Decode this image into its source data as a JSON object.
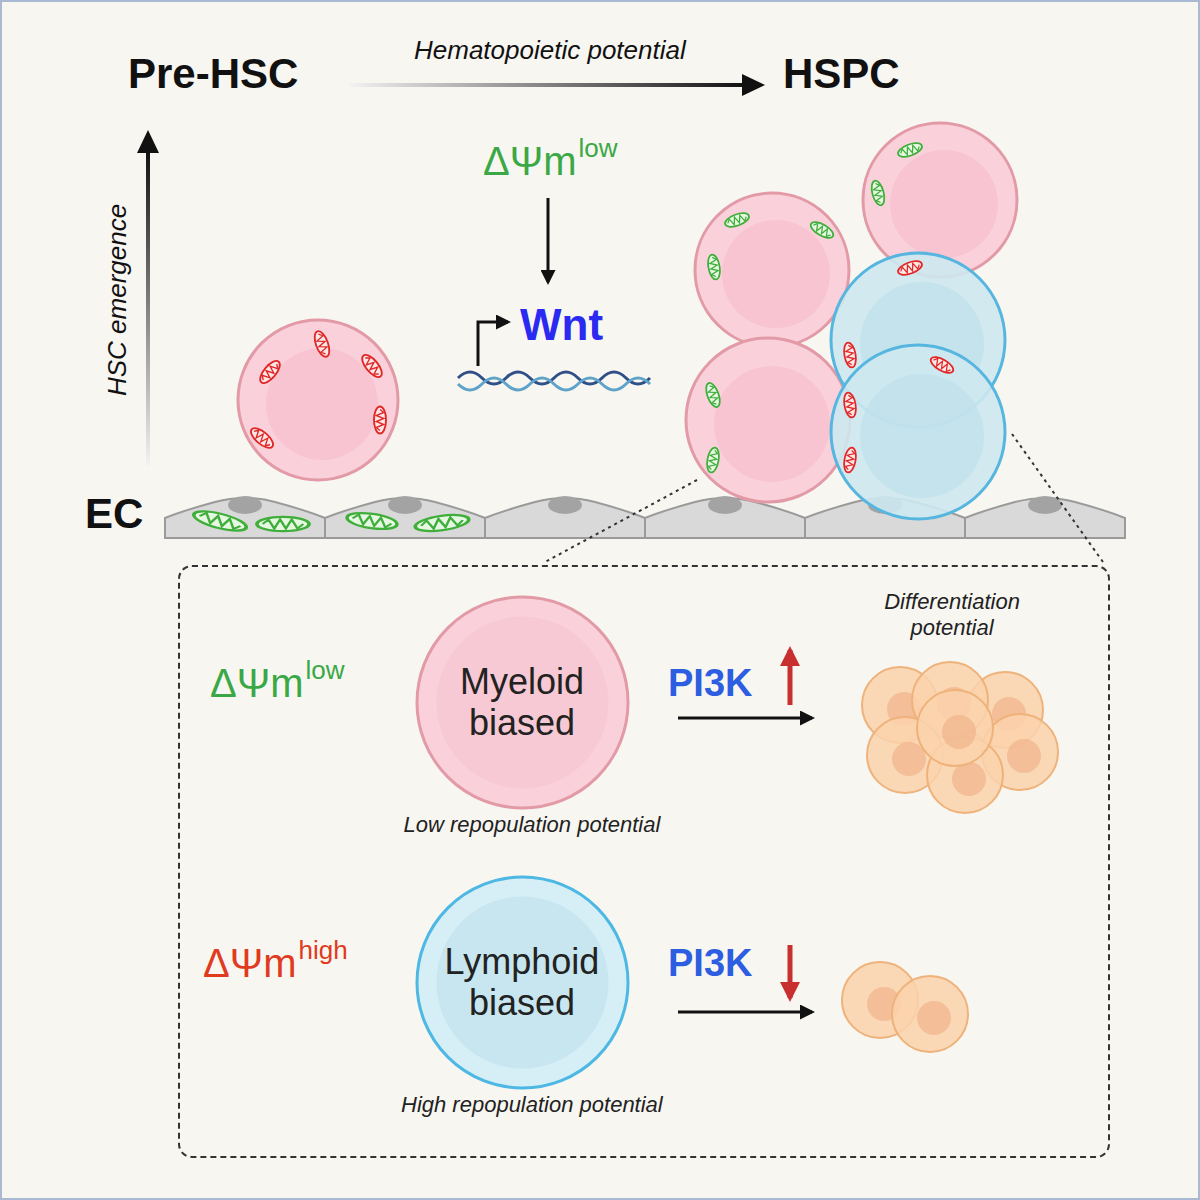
{
  "diagram": {
    "nodes": [
      {
        "text": [
          "Differentiation potential"
        ]
      },
      {
        "text": [
          "Myeloid biased",
          "Low repopulation potential"
        ],
        "in": 0
      },
      {
        "text": [
          "Lymphoid biased",
          "High repopulation potential"
        ],
        "in": 0
      }
    ],
    "labels": [
      "Pre-HSC",
      "Hematopoietic potential",
      "HSPC",
      "HSC emergence",
      "ΔΨm",
      "low",
      "Wnt",
      "EC",
      "ΔΨm",
      "low",
      "PI3K",
      "ΔΨm",
      "high",
      "PI3K"
    ]
  }
}
